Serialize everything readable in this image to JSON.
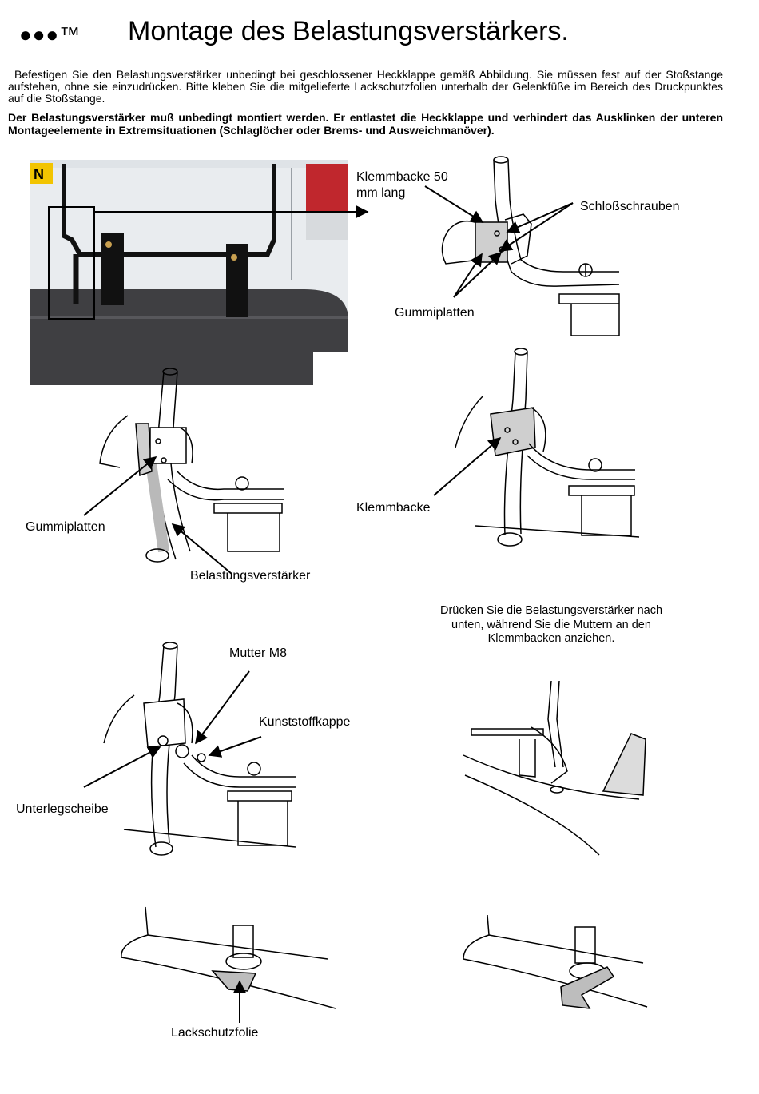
{
  "header": {
    "brand": "●●●™",
    "title": "Montage des Belastungsverstärkers."
  },
  "intro_text": "Befestigen Sie den Belastungsverstärker unbedingt bei geschlossener Heckklappe gemäß Abbildung. Sie müssen fest auf der Stoßstange aufstehen, ohne sie einzudrücken. Bitte kleben Sie die mitgelieferte Lackschutzfolien unterhalb der Gelenkfüße im Bereich des Druckpunktes auf die Stoßstange.",
  "warning_text": "Der Belastungsverstärker muß unbedingt montiert werden. Er entlastet die Heckklappe und verhindert das Ausklinken der unteren Montageelemente in Extremsituationen (Schlaglöcher oder Brems- und Ausweichmanöver).",
  "labels": {
    "klemmbacke_50": "Klemmbacke 50\nmm lang",
    "schlossschrauben": "Schloßschrauben",
    "gummiplatten_top": "Gummiplatten",
    "gummiplatten_left": "Gummiplatten",
    "belastungsverstaerker": "Belastungsverstärker",
    "klemmbacke": "Klemmbacke",
    "mutter": "Mutter M8",
    "kunststoffkappe": "Kunststoffkappe",
    "unterlegscheibe": "Unterlegscheibe",
    "lackschutzfolie": "Lackschutzfolie"
  },
  "instruction_note": "Drücken Sie die Belastungsverstärker nach unten, während Sie die Muttern an den Klemmbacken anziehen.",
  "photo_plate_text": "N",
  "colors": {
    "van_body": "#e9ecef",
    "bumper": "#3f3f42",
    "tail_light": "#c0272d",
    "plate": "#f2c400",
    "bracket": "#111111"
  }
}
